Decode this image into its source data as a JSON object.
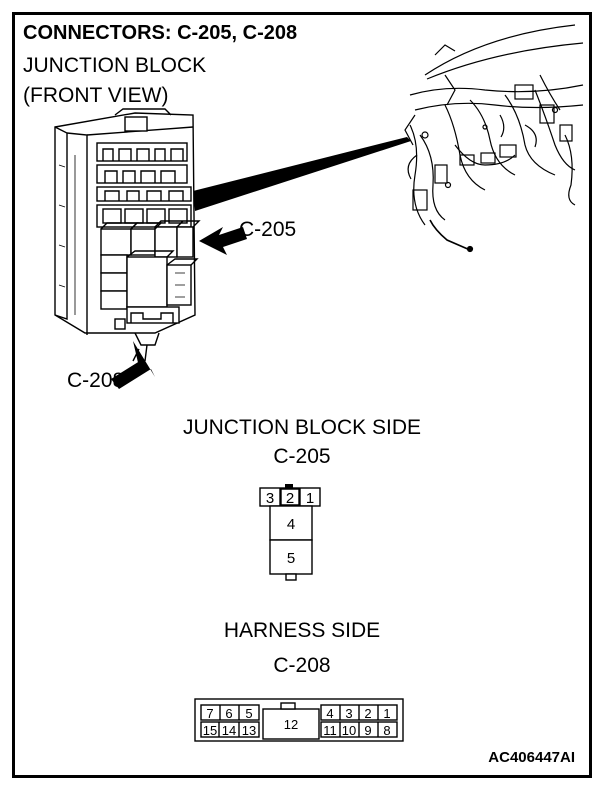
{
  "header": {
    "title": "CONNECTORS: C-205, C-208",
    "subtitle_line1": "JUNCTION BLOCK",
    "subtitle_line2": "(FRONT VIEW)"
  },
  "callouts": {
    "c205": "C-205",
    "c208": "C-208"
  },
  "junction_block_side": {
    "heading": "JUNCTION BLOCK SIDE",
    "connector": "C-205",
    "pins": [
      "3",
      "2",
      "1",
      "4",
      "5"
    ]
  },
  "harness_side": {
    "heading": "HARNESS SIDE",
    "connector": "C-208",
    "top_left_pins": [
      "7",
      "6",
      "5"
    ],
    "top_right_pins": [
      "4",
      "3",
      "2",
      "1"
    ],
    "center_pin": "12",
    "bottom_left_pins": [
      "15",
      "14",
      "13"
    ],
    "bottom_right_pins": [
      "11",
      "10",
      "9",
      "8"
    ]
  },
  "footer": {
    "code": "AC406447AI"
  }
}
